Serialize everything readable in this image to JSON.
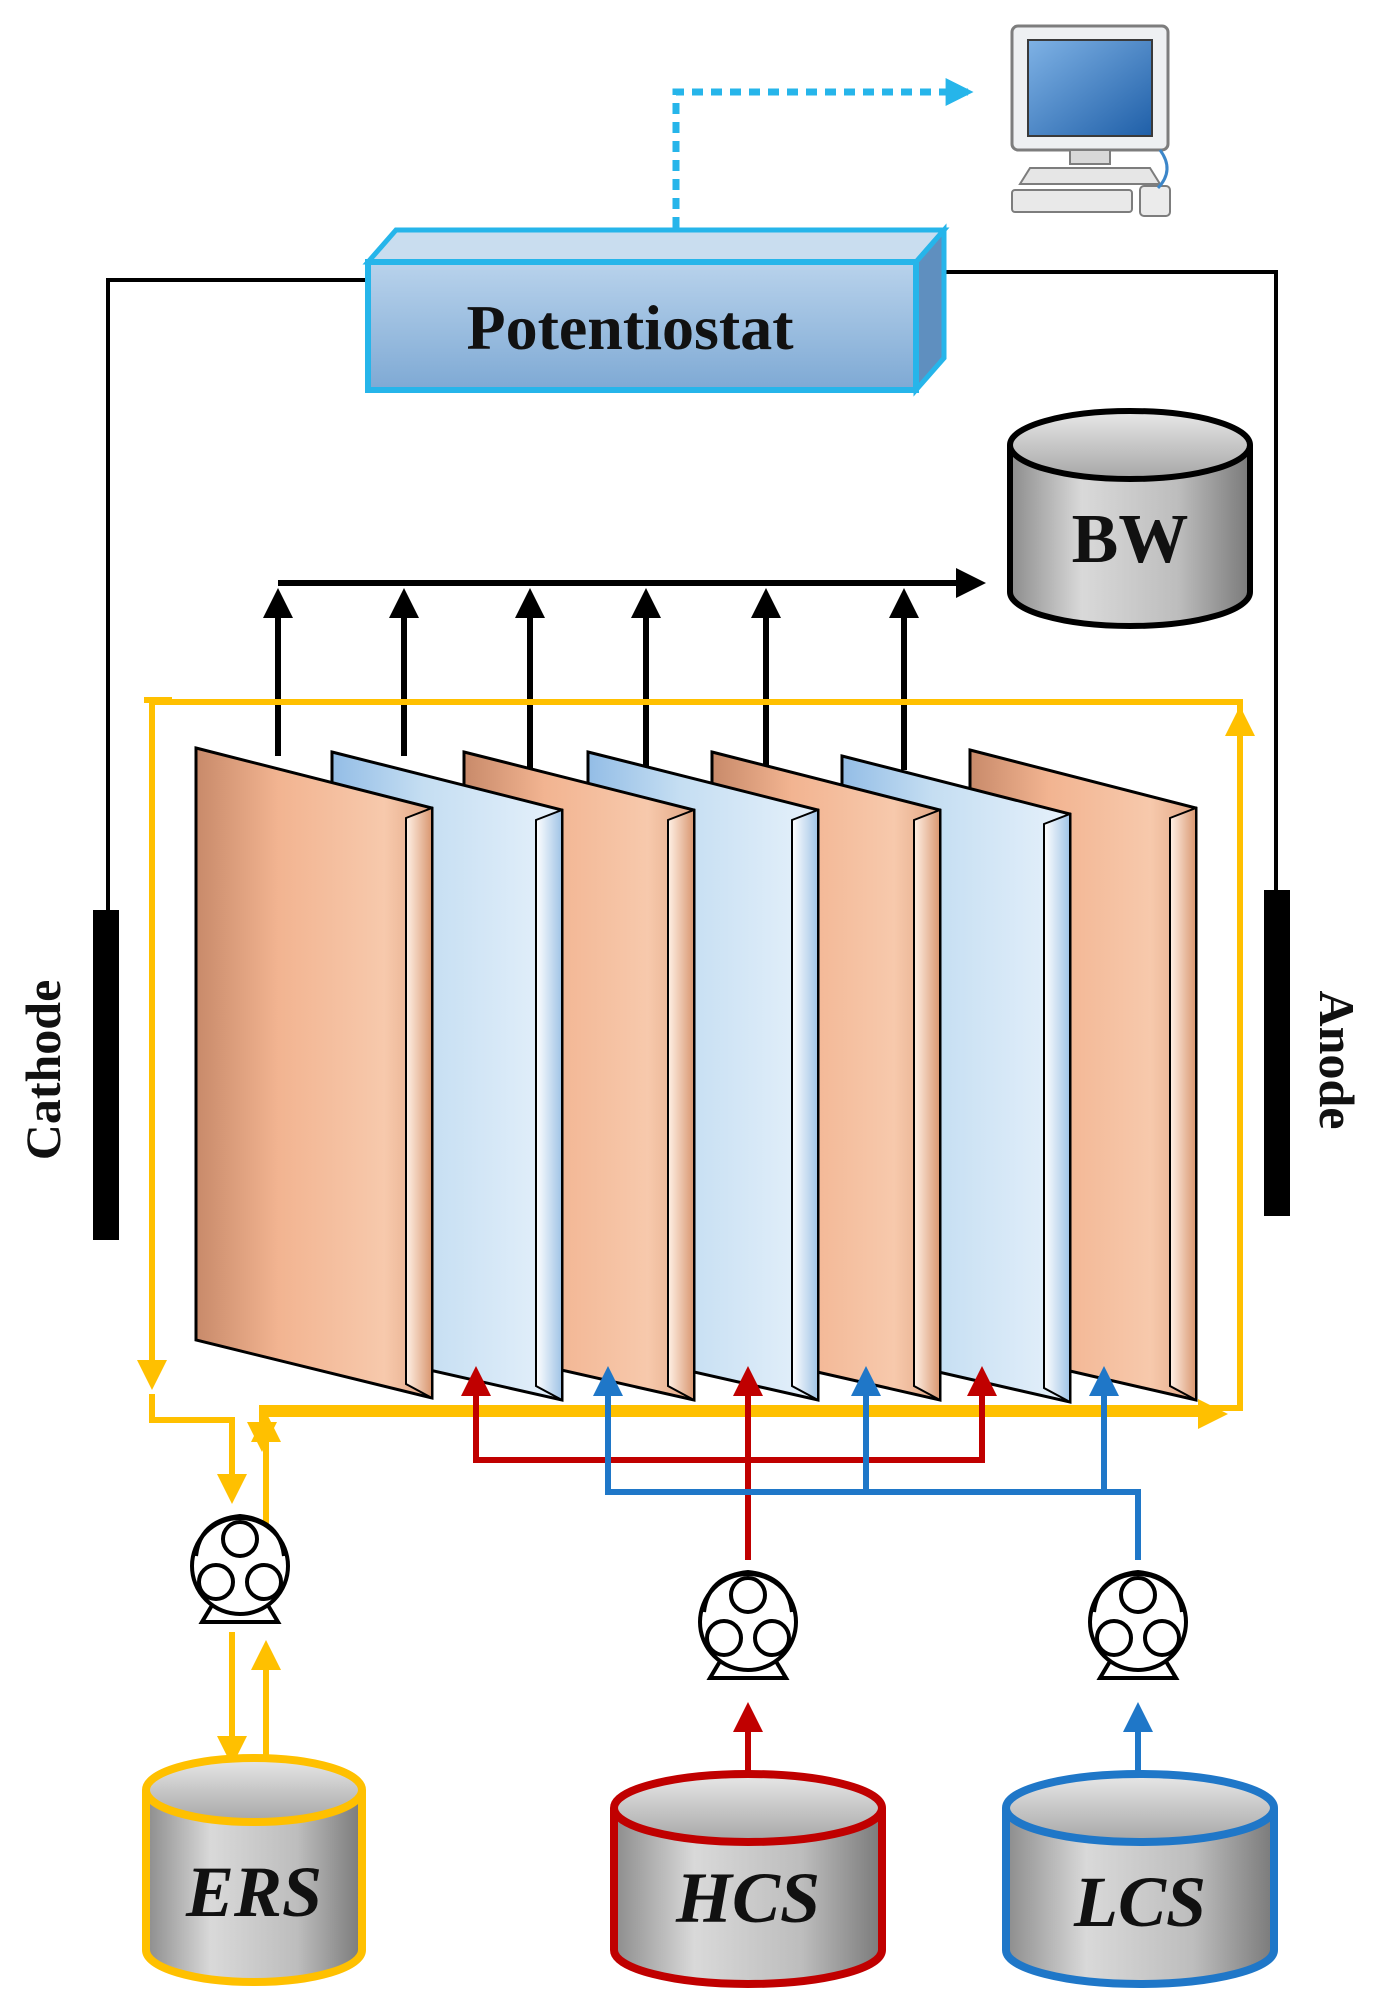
{
  "labels": {
    "potentiostat": "Potentiostat",
    "bw": "BW",
    "cathode": "Cathode",
    "anode": "Anode",
    "ers": "ERS",
    "hcs": "HCS",
    "lcs": "LCS"
  },
  "colors": {
    "potentiostat_fill": "#8fb8dc",
    "potentiostat_border": "#26b5ea",
    "data_link": "#26b5ea",
    "wire": "#000000",
    "ers_line": "#ffc000",
    "hcs_line": "#c00000",
    "lcs_line": "#1f77c8",
    "membrane_orange": "#f2b491",
    "membrane_blue": "#c5def2",
    "tank_fill": "#b3b3b3"
  },
  "icons": [
    "computer-icon",
    "pump-icon"
  ]
}
